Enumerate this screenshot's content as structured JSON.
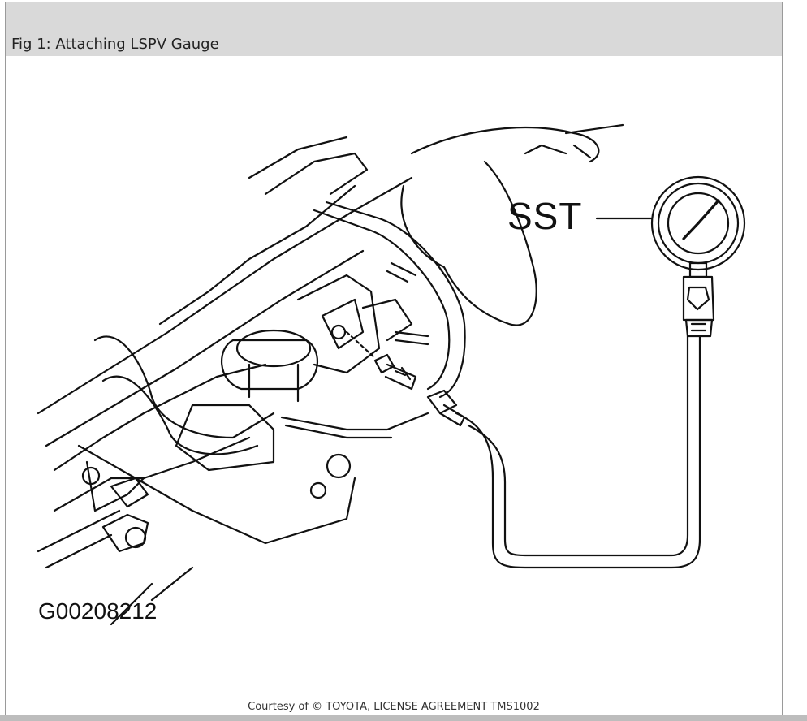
{
  "figure": {
    "title": "Fig 1: Attaching LSPV Gauge",
    "callout_label": "SST",
    "diagram_code": "G00208212",
    "credit": "Courtesy of © TOYOTA, LICENSE AGREEMENT TMS1002"
  },
  "colors": {
    "header_bg": "#d9d9d9",
    "line": "#111111",
    "frame_border": "#9a9a9a"
  }
}
